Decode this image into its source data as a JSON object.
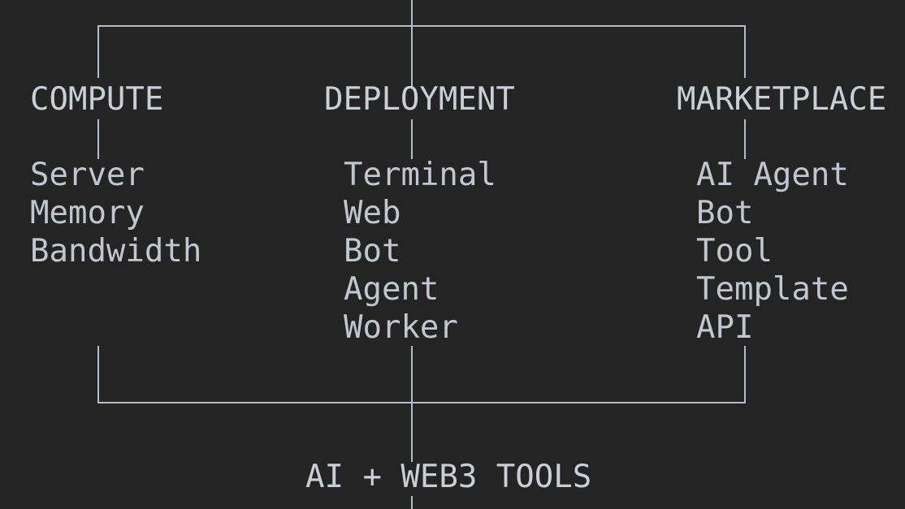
{
  "diagram": {
    "columns": [
      {
        "heading": "COMPUTE",
        "items": [
          "Server",
          "Memory",
          "Bandwidth"
        ]
      },
      {
        "heading": "DEPLOYMENT",
        "items": [
          "Terminal",
          "Web",
          "Bot",
          "Agent",
          "Worker"
        ]
      },
      {
        "heading": "MARKETPLACE",
        "items": [
          "AI Agent",
          "Bot",
          "Tool",
          "Template",
          "API"
        ]
      }
    ],
    "footer": "AI + WEB3 TOOLS",
    "line_color": "#b9bcc4",
    "text_color": "#c3c6cd",
    "background": "#242424"
  }
}
